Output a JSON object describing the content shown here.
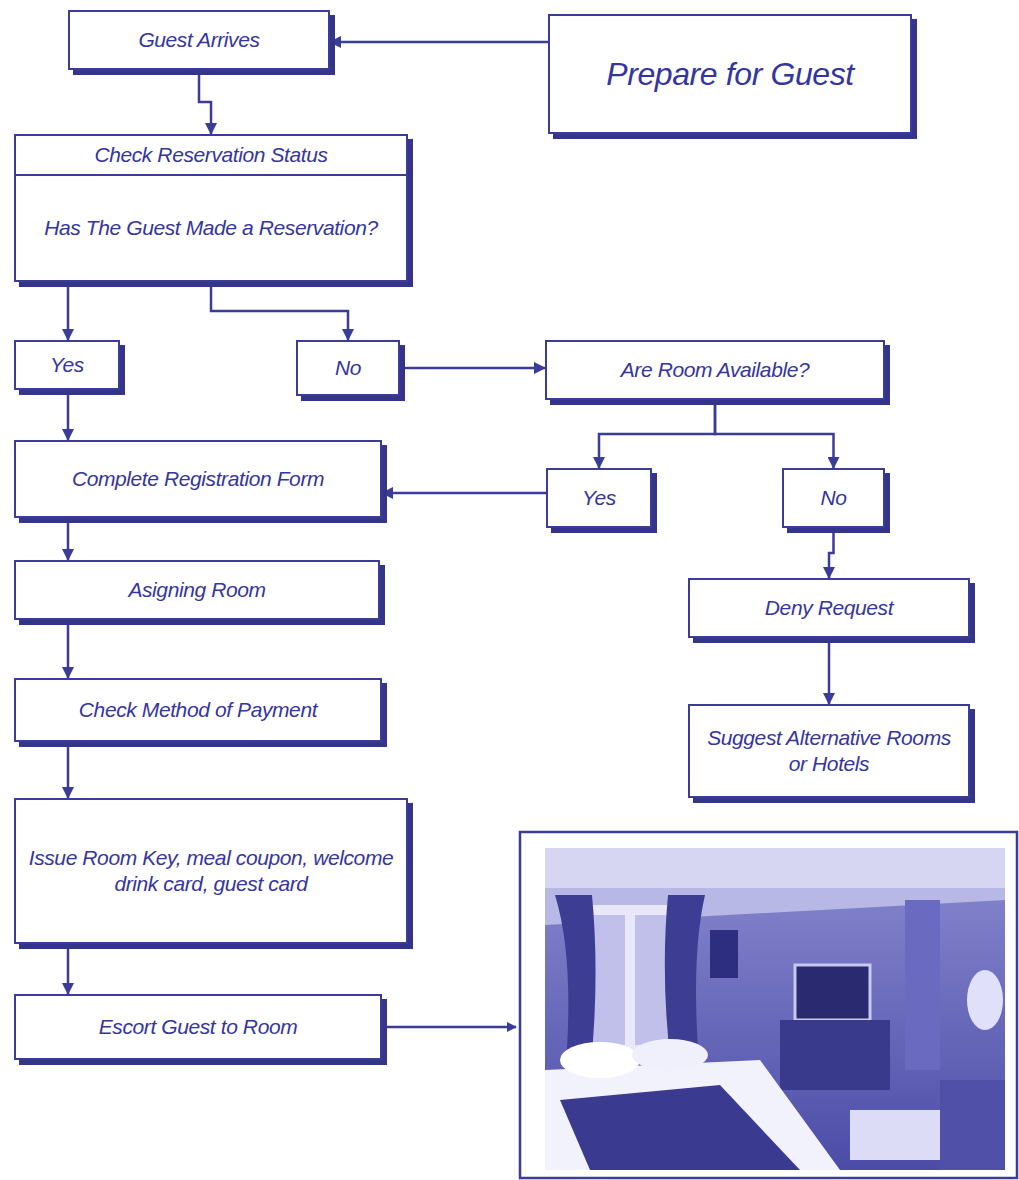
{
  "diagram": {
    "nodes": [
      {
        "text": [
          "Guest Arrives"
        ]
      },
      {
        "text": [
          "Prepare for Guest"
        ]
      },
      {
        "text": [
          "Check Reservation Status",
          "Has The Guest Made a Reservation?"
        ]
      },
      {
        "text": [
          "Yes"
        ]
      },
      {
        "text": [
          "No"
        ]
      },
      {
        "text": [
          "Are Room Available?"
        ]
      },
      {
        "text": [
          "Complete Registration Form"
        ]
      },
      {
        "text": [
          "Yes"
        ]
      },
      {
        "text": [
          "No"
        ]
      },
      {
        "text": [
          "Asigning Room"
        ]
      },
      {
        "text": [
          "Deny Request"
        ]
      },
      {
        "text": [
          "Check Method of Payment"
        ]
      },
      {
        "text": [
          "Suggest Alternative Rooms or Hotels"
        ]
      },
      {
        "text": [
          "Issue Room Key, meal coupon, welcome drink card, guest card"
        ]
      },
      {
        "text": [
          "Escort Guest to Room"
        ]
      }
    ],
    "edges": [
      {
        "from": 1,
        "to": 0,
        "arrow": "to"
      },
      {
        "from": 0,
        "to": 2,
        "arrow": "to"
      },
      {
        "from": 2,
        "to": 3,
        "arrow": "to"
      },
      {
        "from": 2,
        "to": 4,
        "arrow": "to"
      },
      {
        "from": 3,
        "to": 6,
        "arrow": "to"
      },
      {
        "from": 4,
        "to": 5,
        "arrow": "to"
      },
      {
        "from": 5,
        "to": 7,
        "arrow": "to"
      },
      {
        "from": 5,
        "to": 8,
        "arrow": "to"
      },
      {
        "from": 7,
        "to": 6,
        "arrow": "to"
      },
      {
        "from": 8,
        "to": 10,
        "arrow": "to"
      },
      {
        "from": 6,
        "to": 9,
        "arrow": "to"
      },
      {
        "from": 9,
        "to": 11,
        "arrow": "to"
      },
      {
        "from": 11,
        "to": 13,
        "arrow": "to"
      },
      {
        "from": 13,
        "to": 14,
        "arrow": "to"
      },
      {
        "from": 10,
        "to": 12,
        "arrow": "to"
      }
    ]
  }
}
